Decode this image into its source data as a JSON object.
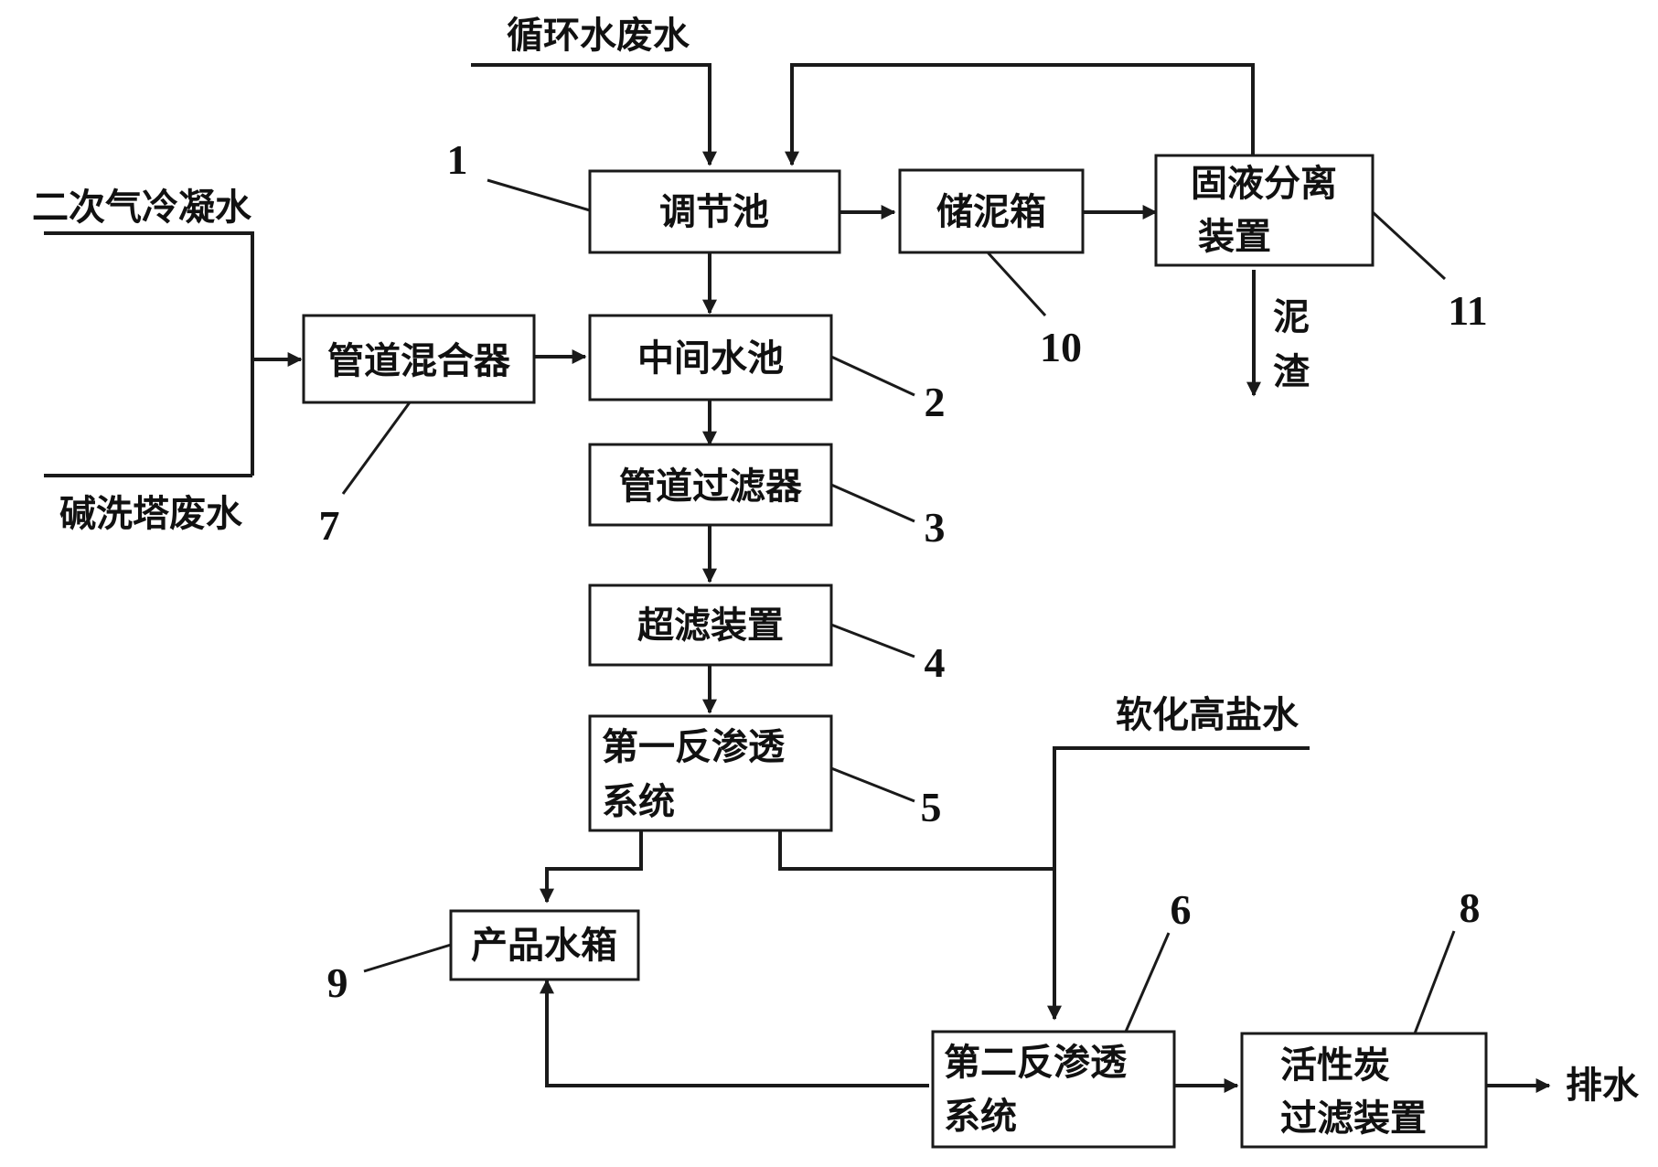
{
  "inputs": {
    "circulating_wastewater": "循环水废水",
    "secondary_condensate": "二次气冷凝水",
    "alkali_tower_wastewater": "碱洗塔废水",
    "softened_brine": "软化高盐水"
  },
  "units": {
    "regulating_tank": "调节池",
    "intermediate_tank": "中间水池",
    "pipeline_filter": "管道过滤器",
    "ultrafiltration": "超滤装置",
    "ro1_line1": "第一反渗透",
    "ro1_line2": "系统",
    "ro2_line1": "第二反渗透",
    "ro2_line2": "系统",
    "pipeline_mixer": "管道混合器",
    "carbon_line1": "活性炭",
    "carbon_line2": "过滤装置",
    "product_tank": "产品水箱",
    "sludge_tank": "储泥箱",
    "separator_line1": "固液分离",
    "separator_line2": "装置"
  },
  "outputs": {
    "sludge_char1": "泥",
    "sludge_char2": "渣",
    "drain": "排水"
  },
  "numbers": {
    "n1": "1",
    "n2": "2",
    "n3": "3",
    "n4": "4",
    "n5": "5",
    "n6": "6",
    "n7": "7",
    "n8": "8",
    "n9": "9",
    "n10": "10",
    "n11": "11"
  },
  "colors": {
    "stroke": "#1a1a1a",
    "text": "#111111",
    "background": "#ffffff"
  }
}
